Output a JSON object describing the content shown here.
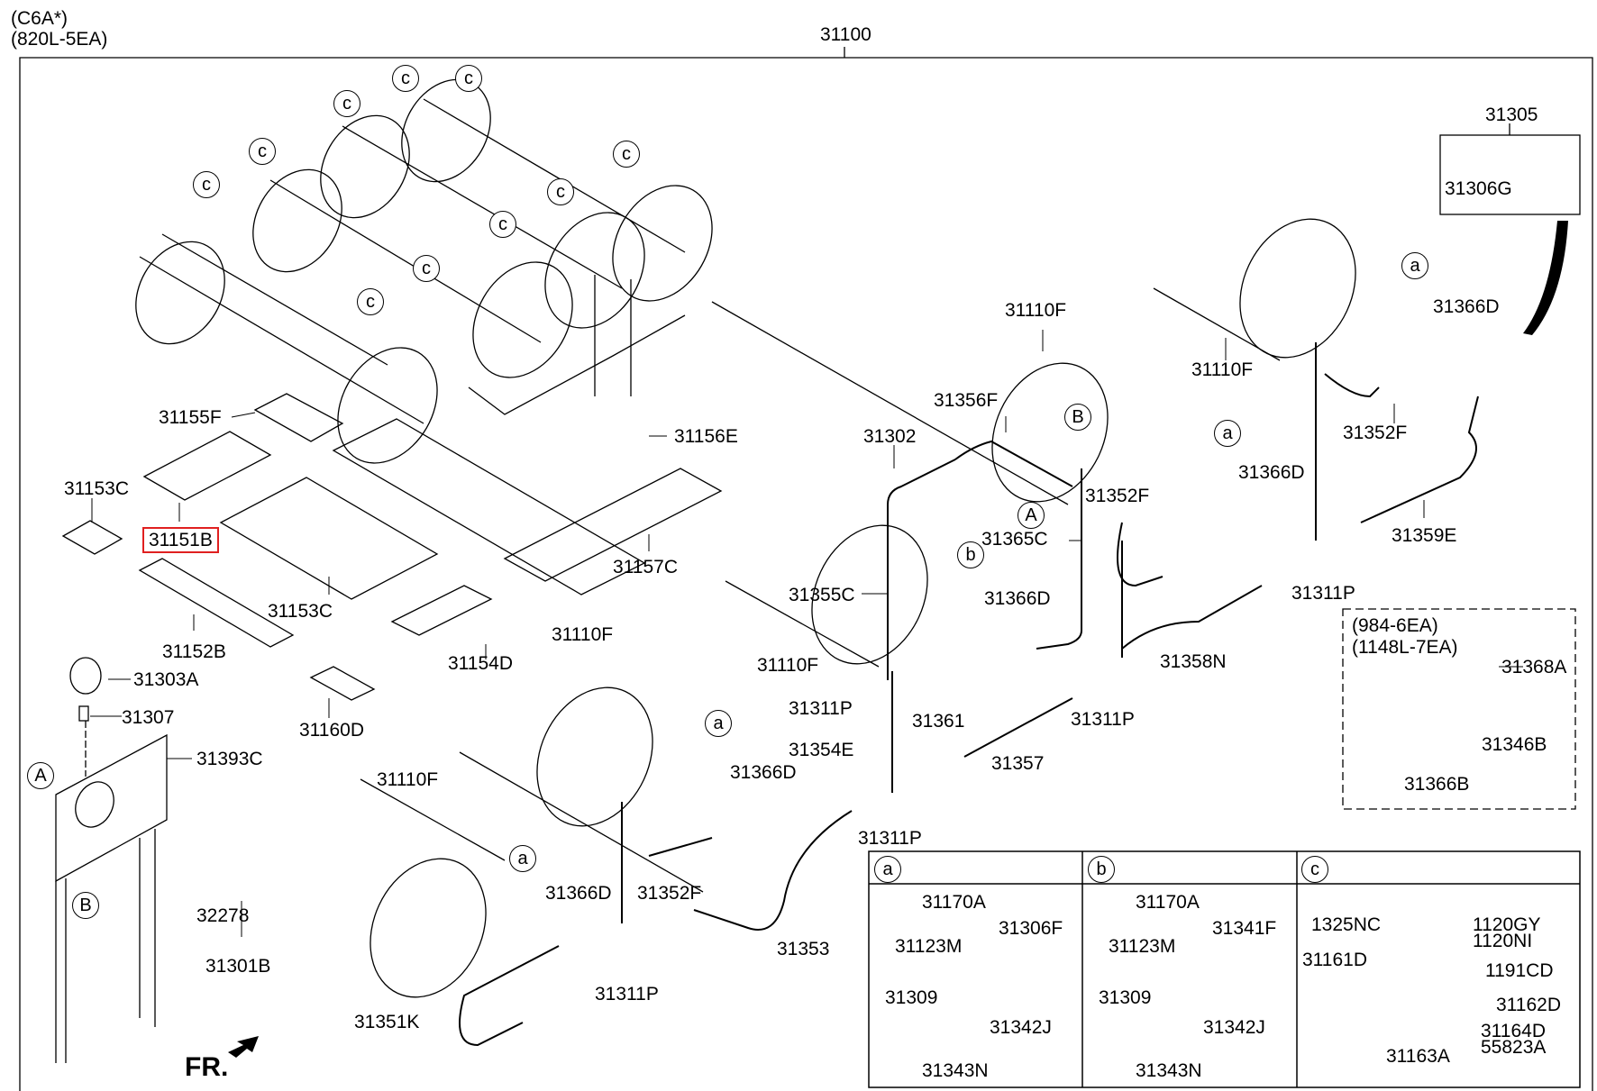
{
  "header": {
    "model_code": "(C6A*)",
    "tank_spec": "(820L-5EA)",
    "assembly_number": "31100"
  },
  "highlighted_part": "31151B",
  "highlight_color": "#e02020",
  "callouts": {
    "c": "c",
    "a": "a",
    "b": "b",
    "A": "A",
    "B": "B"
  },
  "parts": {
    "p31155F": "31155F",
    "p31156E": "31156E",
    "p31153C_left": "31153C",
    "p31151B": "31151B",
    "p31153C_mid": "31153C",
    "p31157C": "31157C",
    "p31152B": "31152B",
    "p31154D": "31154D",
    "p31160D": "31160D",
    "p31303A": "31303A",
    "p31307": "31307",
    "p31393C": "31393C",
    "p32278": "32278",
    "p31301B": "31301B",
    "p31110F_1": "31110F",
    "p31110F_2": "31110F",
    "p31110F_3": "31110F",
    "p31110F_4": "31110F",
    "p31110F_5": "31110F",
    "p31302": "31302",
    "p31356F": "31356F",
    "p31365C": "31365C",
    "p31355C": "31355C",
    "p31366D_1": "31366D",
    "p31366D_2": "31366D",
    "p31366D_3": "31366D",
    "p31366D_4": "31366D",
    "p31366D_5": "31366D",
    "p31352F_1": "31352F",
    "p31352F_2": "31352F",
    "p31352F_3": "31352F",
    "p31311P_1": "31311P",
    "p31311P_2": "31311P",
    "p31311P_3": "31311P",
    "p31311P_4": "31311P",
    "p31311P_5": "31311P",
    "p31361": "31361",
    "p31354E": "31354E",
    "p31357": "31357",
    "p31358N": "31358N",
    "p31359E": "31359E",
    "p31353": "31353",
    "p31351K": "31351K",
    "p31305": "31305",
    "p31306G": "31306G"
  },
  "option_box": {
    "line1": "(984-6EA)",
    "line2": "(1148L-7EA)",
    "parts": {
      "p31368A": "31368A",
      "p31346B": "31346B",
      "p31366B": "31366B"
    }
  },
  "detail_table": {
    "a": {
      "key": "a",
      "p31170A": "31170A",
      "p31123M": "31123M",
      "p31306F": "31306F",
      "p31309": "31309",
      "p31342J": "31342J",
      "p31343N": "31343N"
    },
    "b": {
      "key": "b",
      "p31170A": "31170A",
      "p31123M": "31123M",
      "p31341F": "31341F",
      "p31309": "31309",
      "p31342J": "31342J",
      "p31343N": "31343N"
    },
    "c": {
      "key": "c",
      "p1325NC": "1325NC",
      "p1120GY": "1120GY",
      "p1120NI": "1120NI",
      "p31161D": "31161D",
      "p1191CD": "1191CD",
      "p31162D": "31162D",
      "p31164D": "31164D",
      "p55823A": "55823A",
      "p31163A": "31163A"
    }
  },
  "front_indicator": "FR."
}
